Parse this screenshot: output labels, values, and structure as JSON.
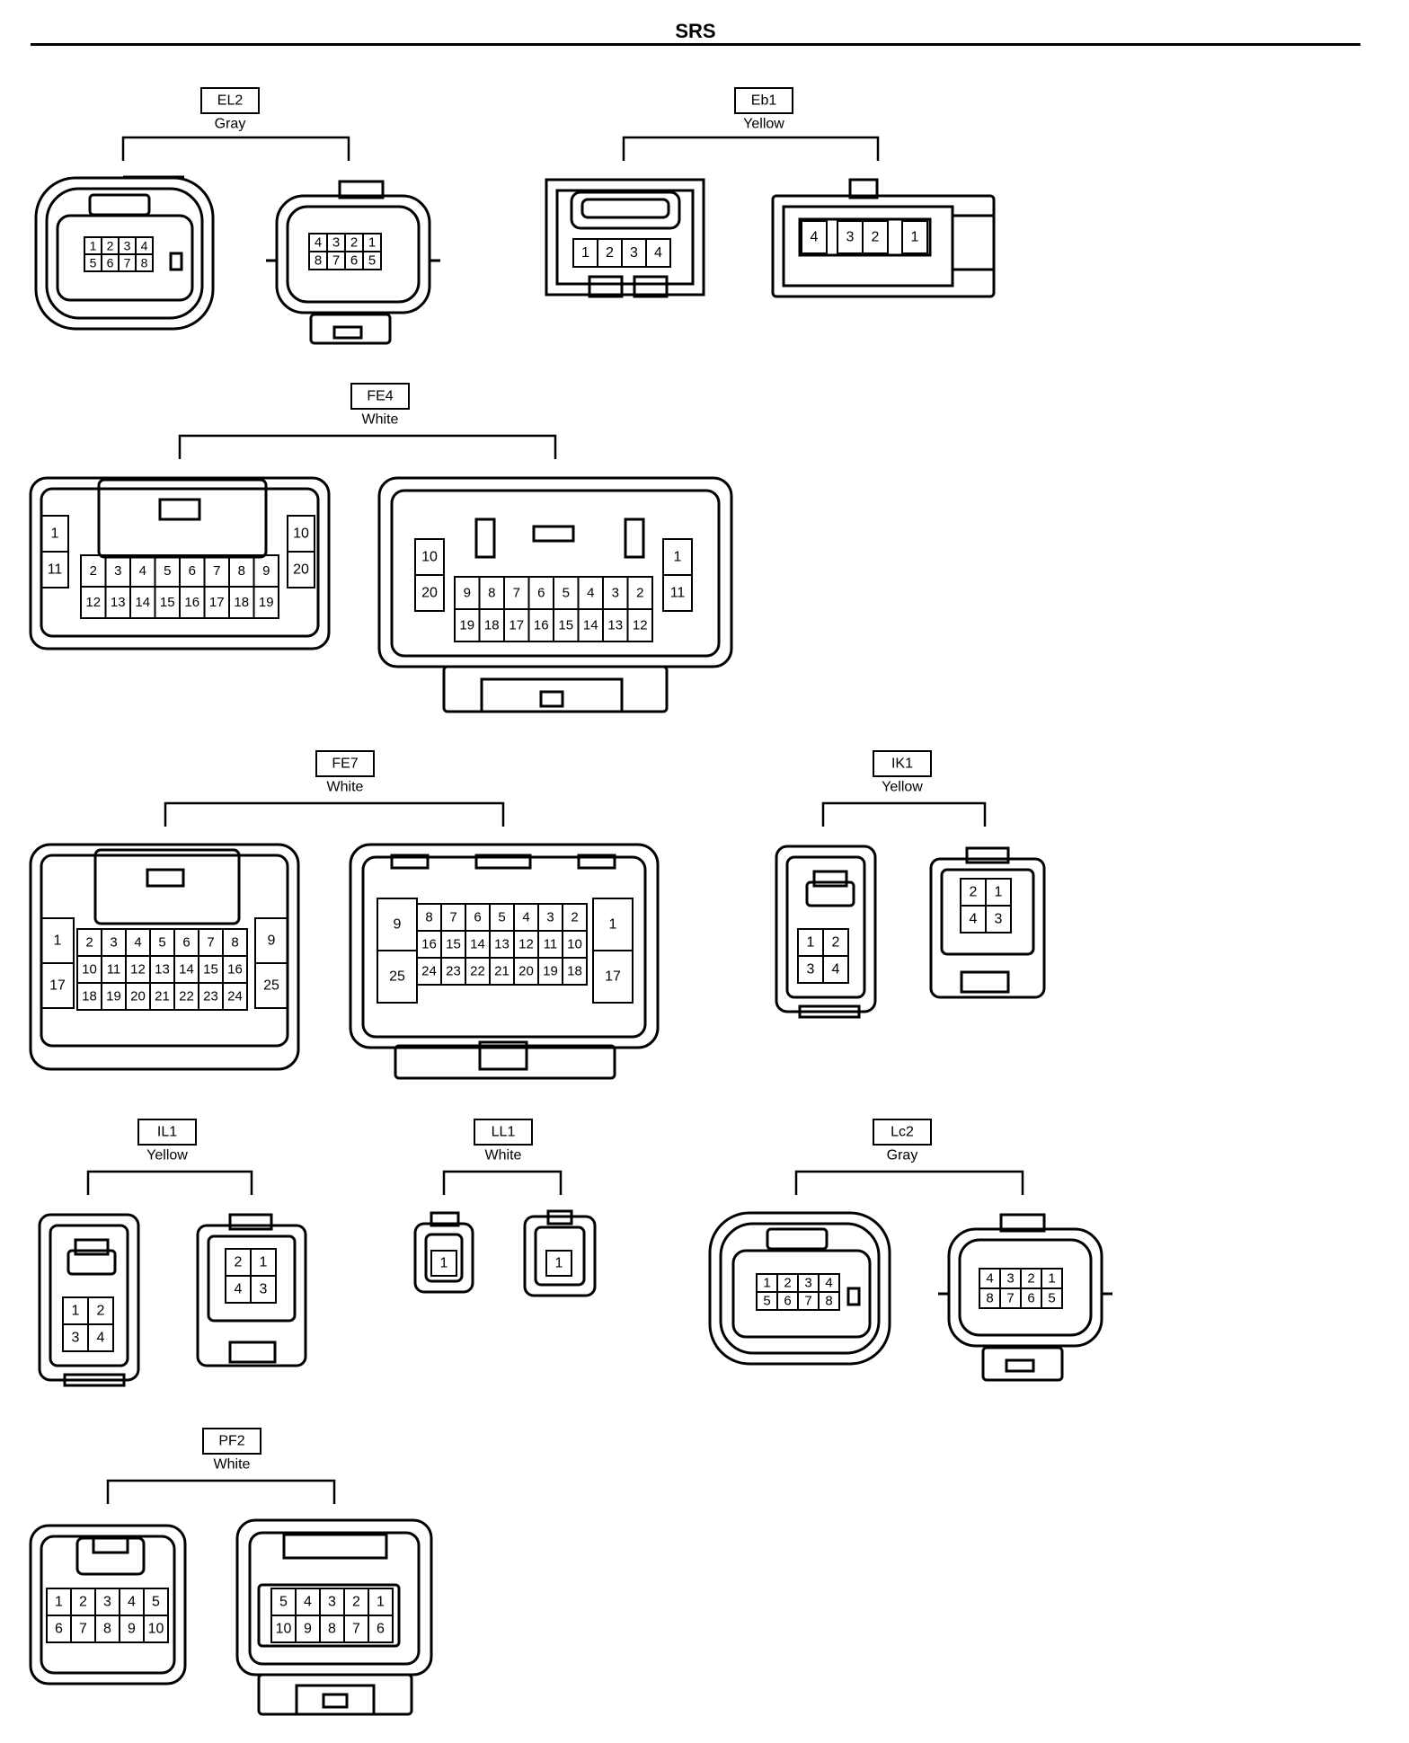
{
  "page_title": "SRS",
  "connectors": [
    {
      "id": "EL2",
      "color": "Gray",
      "left": {
        "rows": [
          [
            "1",
            "2",
            "3",
            "4"
          ],
          [
            "5",
            "6",
            "7",
            "8"
          ]
        ]
      },
      "right": {
        "rows": [
          [
            "4",
            "3",
            "2",
            "1"
          ],
          [
            "8",
            "7",
            "6",
            "5"
          ]
        ]
      }
    },
    {
      "id": "Eb1",
      "color": "Yellow",
      "left": {
        "rows": [
          [
            "1",
            "2",
            "3",
            "4"
          ]
        ]
      },
      "right": {
        "rows": [
          [
            "4",
            "3",
            "2",
            "1"
          ]
        ]
      }
    },
    {
      "id": "FE4",
      "color": "White",
      "left": {
        "side_left": [
          "1",
          "11"
        ],
        "rows": [
          [
            "2",
            "3",
            "4",
            "5",
            "6",
            "7",
            "8",
            "9"
          ],
          [
            "12",
            "13",
            "14",
            "15",
            "16",
            "17",
            "18",
            "19"
          ]
        ],
        "side_right": [
          "10",
          "20"
        ]
      },
      "right": {
        "side_left": [
          "10",
          "20"
        ],
        "rows": [
          [
            "9",
            "8",
            "7",
            "6",
            "5",
            "4",
            "3",
            "2"
          ],
          [
            "19",
            "18",
            "17",
            "16",
            "15",
            "14",
            "13",
            "12"
          ]
        ],
        "side_right": [
          "1",
          "11"
        ]
      }
    },
    {
      "id": "FE7",
      "color": "White",
      "left": {
        "side_left": [
          "1",
          "17"
        ],
        "rows": [
          [
            "2",
            "3",
            "4",
            "5",
            "6",
            "7",
            "8"
          ],
          [
            "10",
            "11",
            "12",
            "13",
            "14",
            "15",
            "16"
          ],
          [
            "18",
            "19",
            "20",
            "21",
            "22",
            "23",
            "24"
          ]
        ],
        "side_right": [
          "9",
          "25"
        ]
      },
      "right": {
        "side_left": [
          "9",
          "25"
        ],
        "rows": [
          [
            "8",
            "7",
            "6",
            "5",
            "4",
            "3",
            "2"
          ],
          [
            "16",
            "15",
            "14",
            "13",
            "12",
            "11",
            "10"
          ],
          [
            "24",
            "23",
            "22",
            "21",
            "20",
            "19",
            "18"
          ]
        ],
        "side_right": [
          "1",
          "17"
        ]
      }
    },
    {
      "id": "IK1",
      "color": "Yellow",
      "left": {
        "rows": [
          [
            "1",
            "2"
          ],
          [
            "3",
            "4"
          ]
        ]
      },
      "right": {
        "rows": [
          [
            "2",
            "1"
          ],
          [
            "4",
            "3"
          ]
        ]
      }
    },
    {
      "id": "IL1",
      "color": "Yellow",
      "left": {
        "rows": [
          [
            "1",
            "2"
          ],
          [
            "3",
            "4"
          ]
        ]
      },
      "right": {
        "rows": [
          [
            "2",
            "1"
          ],
          [
            "4",
            "3"
          ]
        ]
      }
    },
    {
      "id": "LL1",
      "color": "White",
      "left": {
        "rows": [
          [
            "1"
          ]
        ]
      },
      "right": {
        "rows": [
          [
            "1"
          ]
        ]
      }
    },
    {
      "id": "Lc2",
      "color": "Gray",
      "left": {
        "rows": [
          [
            "1",
            "2",
            "3",
            "4"
          ],
          [
            "5",
            "6",
            "7",
            "8"
          ]
        ]
      },
      "right": {
        "rows": [
          [
            "4",
            "3",
            "2",
            "1"
          ],
          [
            "8",
            "7",
            "6",
            "5"
          ]
        ]
      }
    },
    {
      "id": "PF2",
      "color": "White",
      "left": {
        "rows": [
          [
            "1",
            "2",
            "3",
            "4",
            "5"
          ],
          [
            "6",
            "7",
            "8",
            "9",
            "10"
          ]
        ]
      },
      "right": {
        "rows": [
          [
            "5",
            "4",
            "3",
            "2",
            "1"
          ],
          [
            "10",
            "9",
            "8",
            "7",
            "6"
          ]
        ]
      }
    }
  ]
}
